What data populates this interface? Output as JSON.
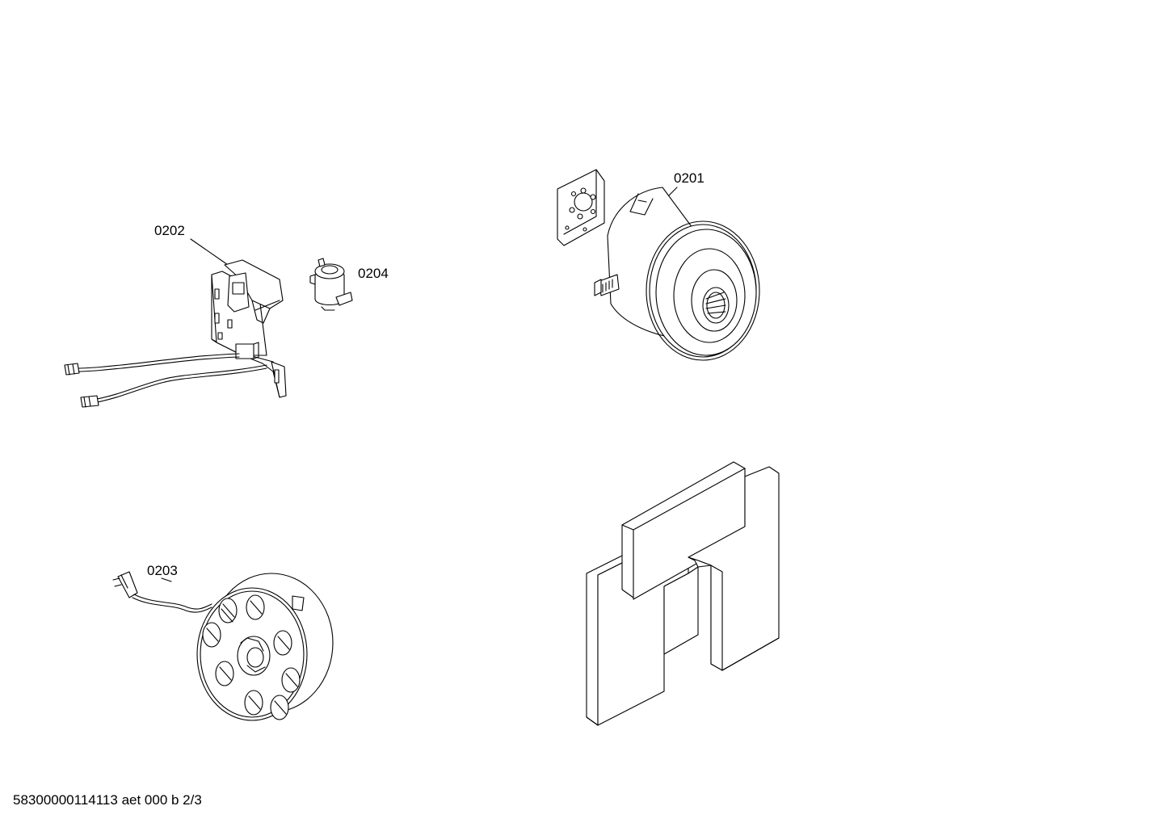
{
  "parts": [
    {
      "id": "motor",
      "label": "0201",
      "icon": "vacuum-motor"
    },
    {
      "id": "switch_module",
      "label": "0202",
      "icon": "switch-bracket-with-cables"
    },
    {
      "id": "cable_reel",
      "label": "0203",
      "icon": "cable-reel"
    },
    {
      "id": "suppressor",
      "label": "0204",
      "icon": "cylindrical-suppressor"
    }
  ],
  "footer": {
    "drawing_ref": "58300000114113 aet 000 b 2/3"
  }
}
